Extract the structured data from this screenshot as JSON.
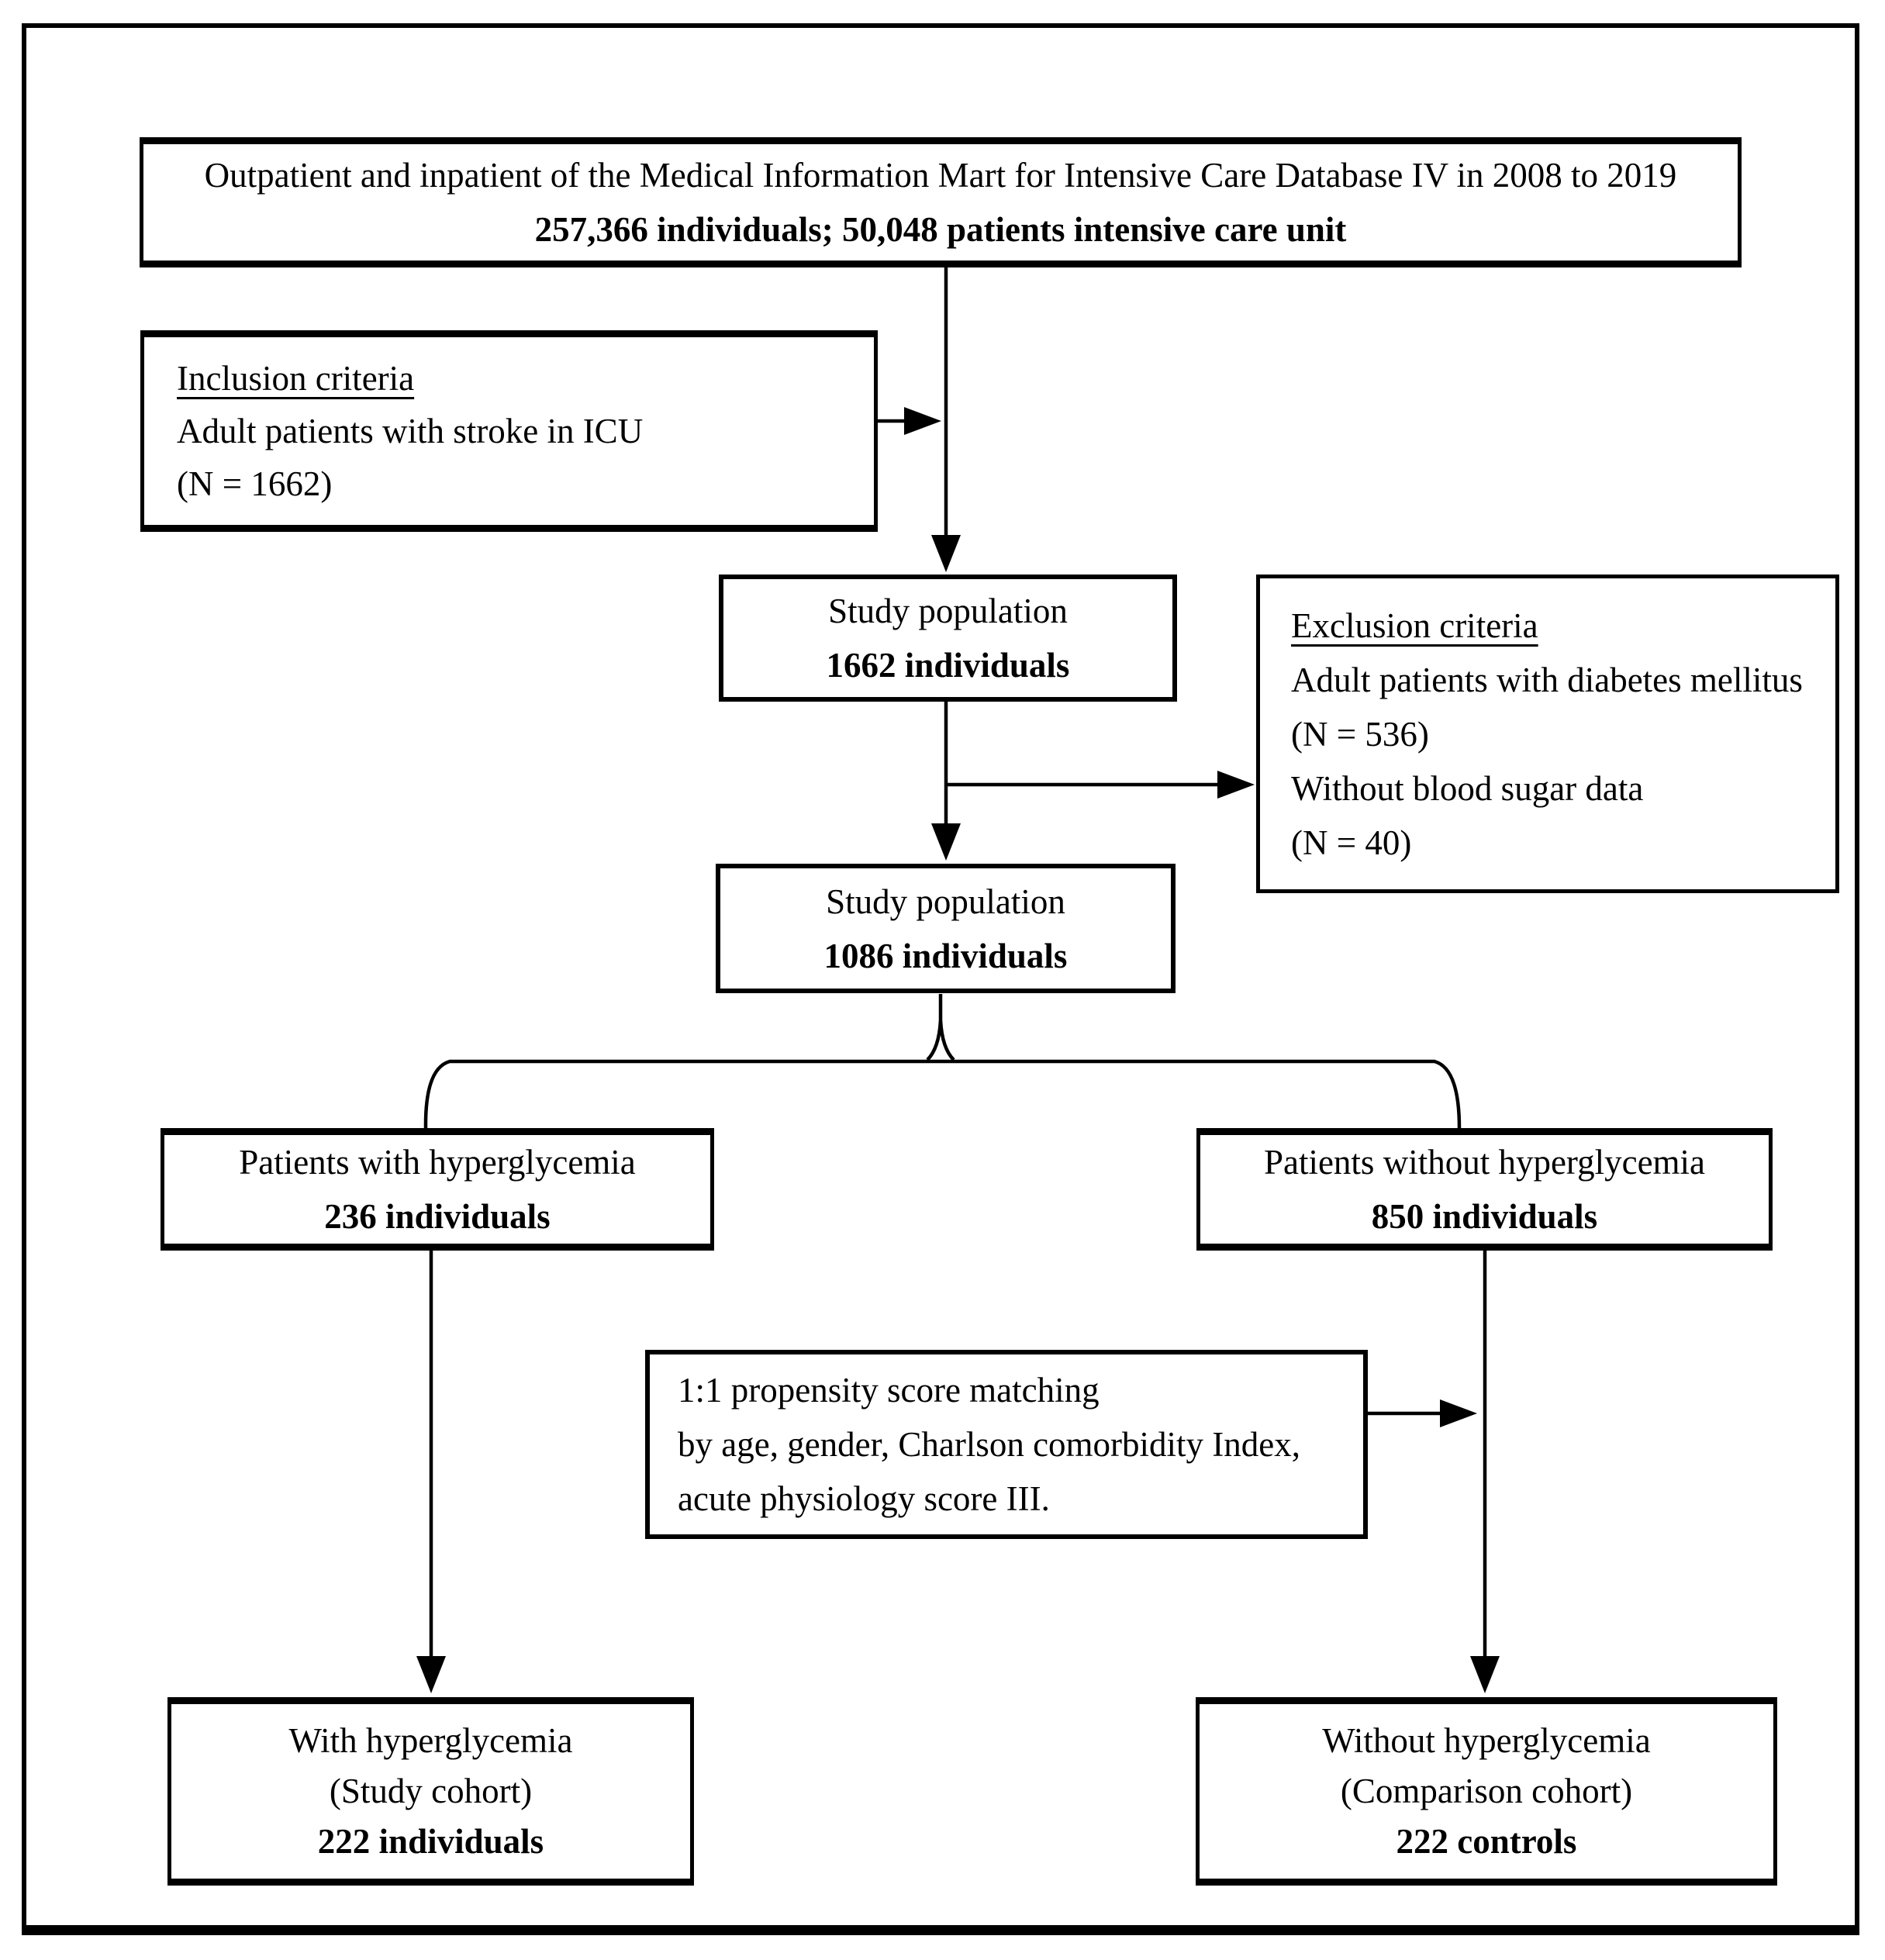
{
  "figure": {
    "type": "patient-selection-flowchart",
    "colors": {
      "line": "#000000",
      "background": "#ffffff",
      "text": "#000000"
    }
  },
  "boxes": {
    "source": {
      "line1": "Outpatient and inpatient of the Medical Information Mart for Intensive Care Database IV in 2008 to 2019",
      "line2": "257,366 individuals; 50,048 patients intensive care unit"
    },
    "inclusion": {
      "title": "Inclusion criteria",
      "line1": "Adult patients with stroke in ICU",
      "line2": "(N = 1662)"
    },
    "study1": {
      "line1": "Study population",
      "line2": "1662 individuals"
    },
    "exclusion": {
      "title": "Exclusion criteria",
      "line1": "Adult patients with diabetes mellitus",
      "line2": "(N = 536)",
      "line3": "Without blood sugar data",
      "line4": "(N = 40)"
    },
    "study2": {
      "line1": "Study population",
      "line2": "1086 individuals"
    },
    "hyper": {
      "line1": "Patients with hyperglycemia",
      "line2": "236 individuals"
    },
    "nohyper": {
      "line1": "Patients without hyperglycemia",
      "line2": "850 individuals"
    },
    "matching": {
      "line1": "1:1 propensity score matching",
      "line2": "by age, gender, Charlson comorbidity Index,",
      "line3": "acute physiology score III."
    },
    "study_cohort": {
      "line1": "With hyperglycemia",
      "line2": "(Study cohort)",
      "line3": "222 individuals"
    },
    "comparison_cohort": {
      "line1": "Without hyperglycemia",
      "line2": "(Comparison cohort)",
      "line3": "222 controls"
    }
  }
}
